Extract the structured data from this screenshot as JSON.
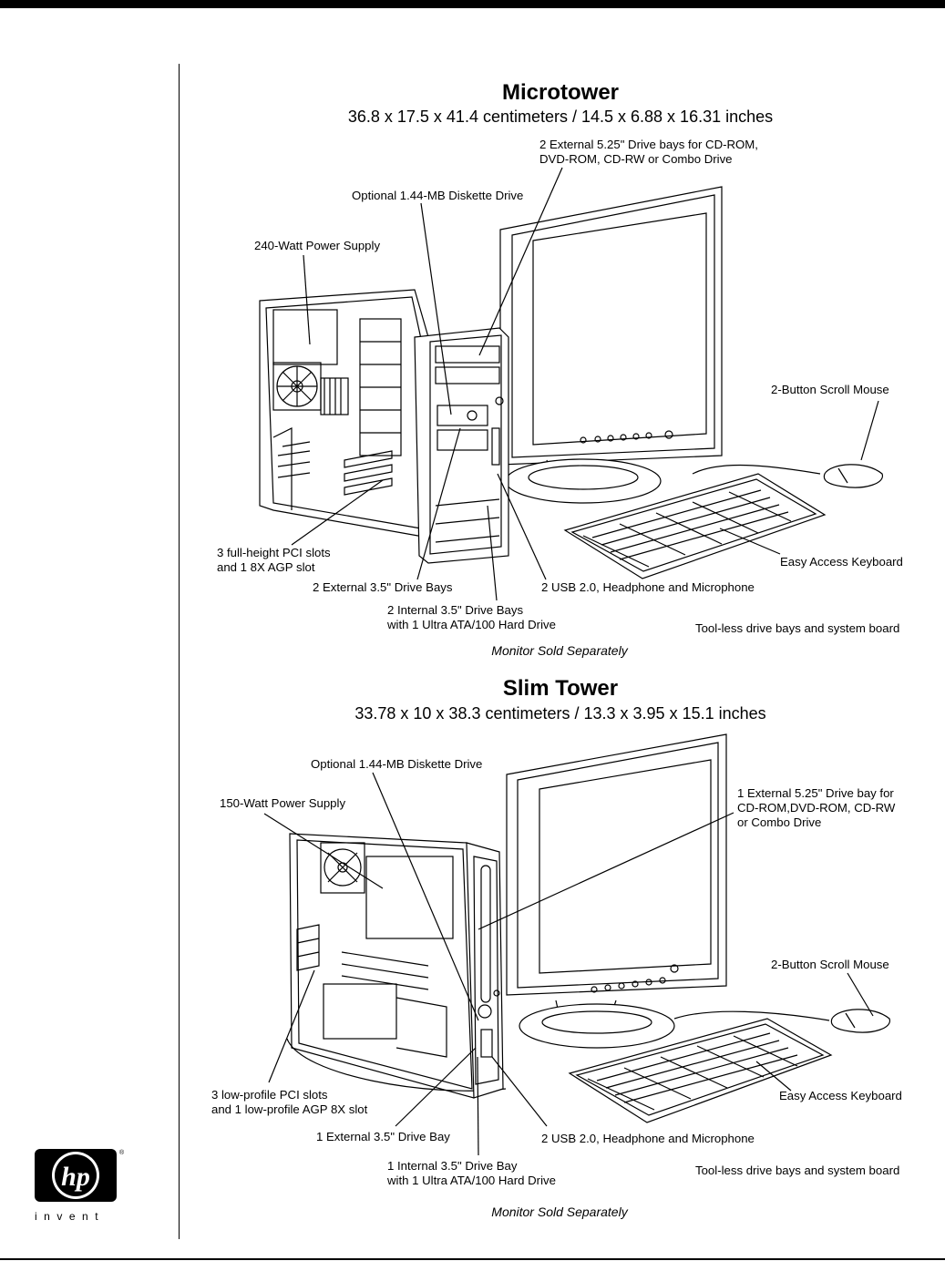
{
  "microtower": {
    "title": "Microtower",
    "dimensions": "36.8 x 17.5 x 41.4 centimeters / 14.5 x 6.88 x 16.31 inches",
    "labels": {
      "external_525_line1": "2 External 5.25\" Drive bays for CD-ROM,",
      "external_525_line2": "DVD-ROM, CD-RW or Combo Drive",
      "diskette": "Optional 1.44-MB Diskette Drive",
      "power_supply": "240-Watt Power Supply",
      "mouse": "2-Button Scroll Mouse",
      "pci_line1": "3 full-height PCI slots",
      "pci_line2": "and 1 8X AGP slot",
      "keyboard": "Easy Access Keyboard",
      "external_35": "2 External 3.5\" Drive Bays",
      "usb": "2 USB 2.0, Headphone and Microphone",
      "internal_35_line1": "2 Internal 3.5\" Drive Bays",
      "internal_35_line2": "with 1 Ultra ATA/100 Hard Drive",
      "toolless": "Tool-less drive bays and system board",
      "monitor_note": "Monitor Sold Separately"
    }
  },
  "slimtower": {
    "title": "Slim Tower",
    "dimensions": "33.78 x 10 x 38.3 centimeters / 13.3 x 3.95 x 15.1 inches",
    "labels": {
      "diskette": "Optional 1.44-MB Diskette Drive",
      "power_supply": "150-Watt Power Supply",
      "external_525_line1": "1 External 5.25\" Drive bay for",
      "external_525_line2": "CD-ROM,DVD-ROM, CD-RW",
      "external_525_line3": "or Combo Drive",
      "mouse": "2-Button Scroll Mouse",
      "keyboard": "Easy Access Keyboard",
      "pci_line1": "3 low-profile PCI slots",
      "pci_line2": "and 1 low-profile AGP 8X slot",
      "external_35": "1 External 3.5\" Drive Bay",
      "usb": "2 USB 2.0, Headphone and Microphone",
      "internal_35_line1": "1 Internal 3.5\" Drive Bay",
      "internal_35_line2": "with 1 Ultra ATA/100 Hard Drive",
      "toolless": "Tool-less drive bays and system board",
      "monitor_note": "Monitor Sold Separately"
    }
  },
  "logo": {
    "mark": "hp",
    "tagline": "invent",
    "registered": "®"
  }
}
